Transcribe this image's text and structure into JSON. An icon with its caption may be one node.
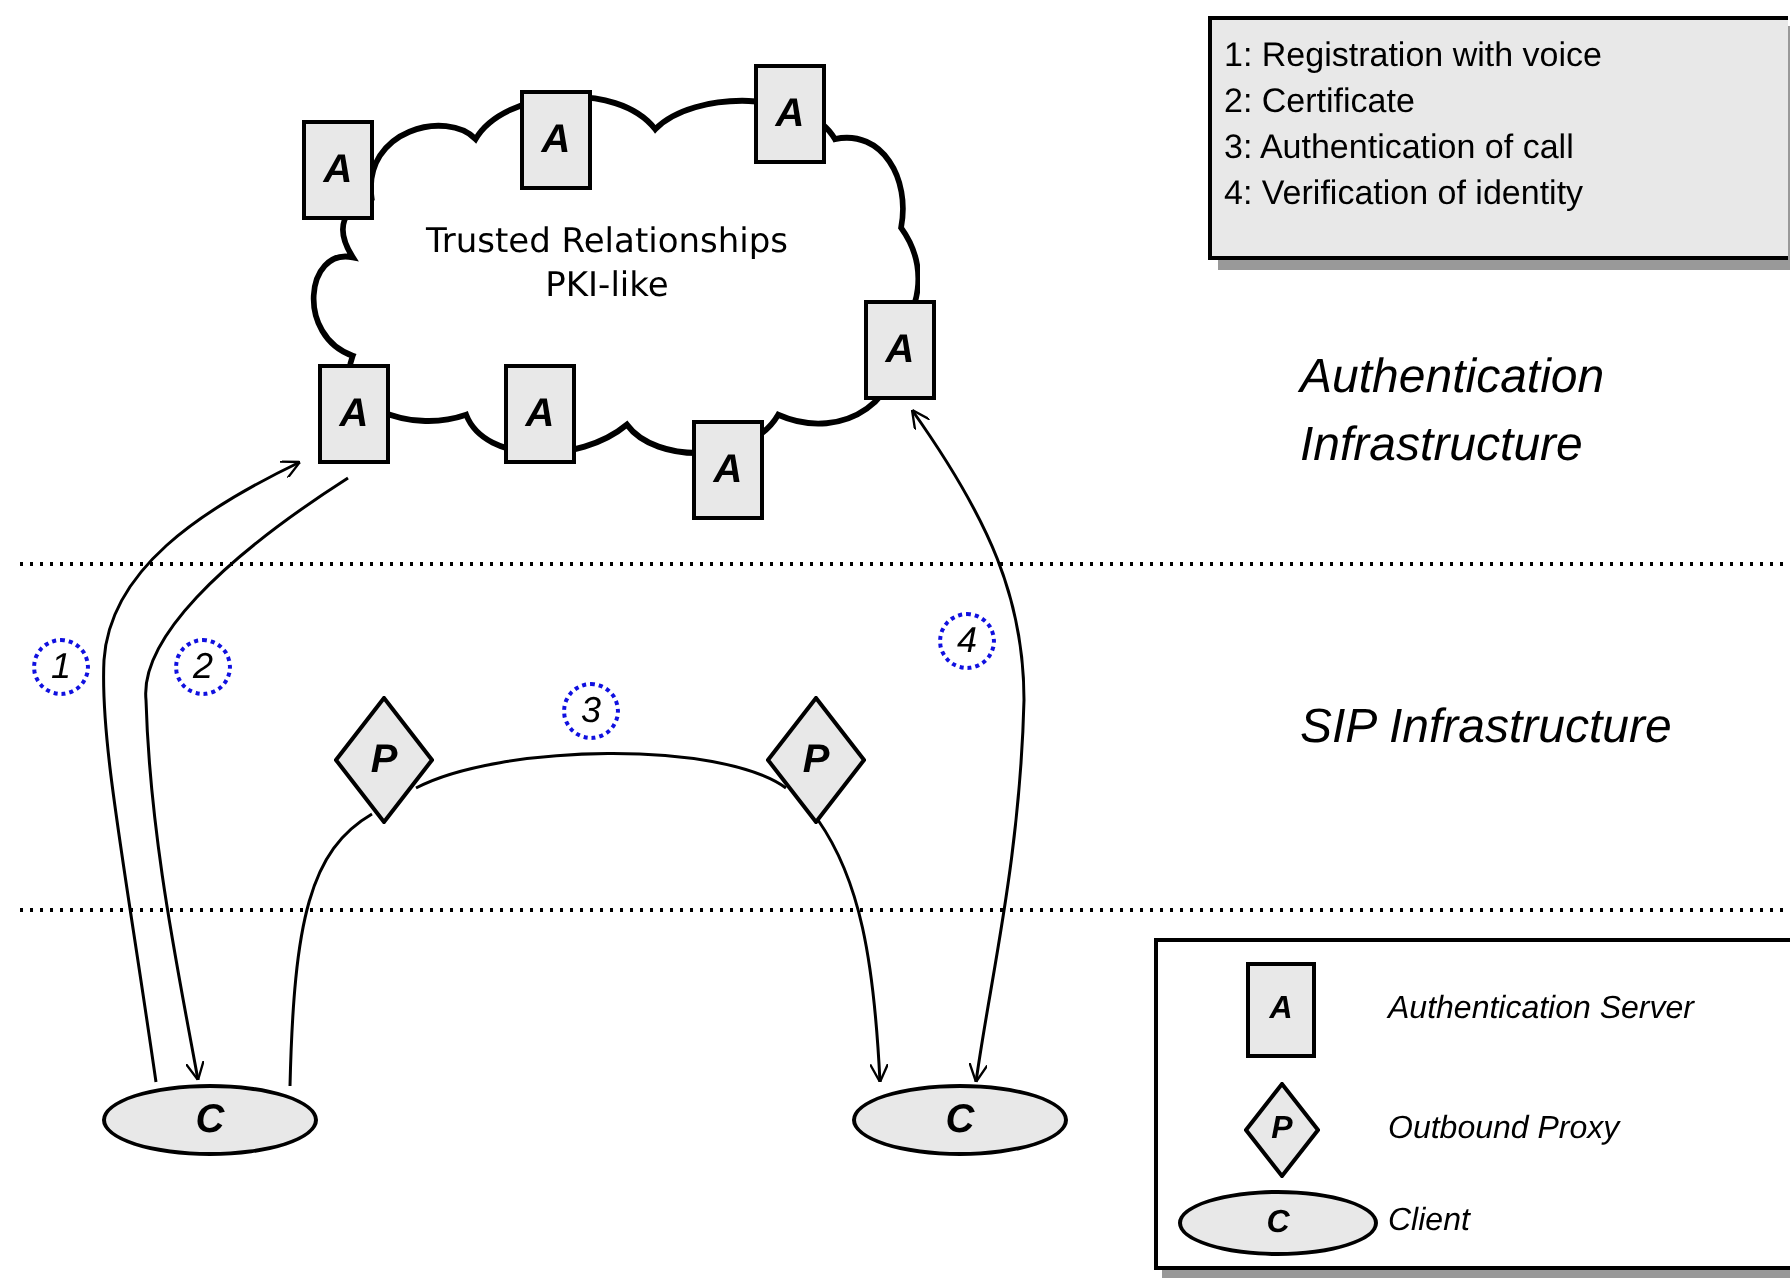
{
  "diagram": {
    "nodes": [
      {
        "text": [
          "Trusted Relationships PKI-like"
        ]
      },
      {
        "text": [
          "A"
        ]
      },
      {
        "text": [
          "A"
        ]
      },
      {
        "text": [
          "A"
        ]
      },
      {
        "text": [
          "A"
        ]
      },
      {
        "text": [
          "A"
        ]
      },
      {
        "text": [
          "A"
        ]
      },
      {
        "text": [
          "A"
        ]
      },
      {
        "text": [
          "P"
        ]
      },
      {
        "text": [
          "P"
        ]
      },
      {
        "text": [
          "C"
        ]
      },
      {
        "text": [
          "C"
        ]
      },
      {
        "text": [
          "1: Registration with voice",
          "2: Certificate",
          "3: Authentication of call",
          "4: Verification of identity"
        ]
      }
    ],
    "edges": [
      {
        "from": 10,
        "to": 5,
        "arrow": "to",
        "label": "1"
      },
      {
        "from": 5,
        "to": 10,
        "arrow": "to",
        "label": "2"
      },
      {
        "from": 10,
        "to": 8,
        "arrow": "none"
      },
      {
        "from": 8,
        "to": 9,
        "arrow": "none",
        "label": "3"
      },
      {
        "from": 9,
        "to": 11,
        "arrow": "to"
      },
      {
        "from": 4,
        "to": 11,
        "arrow": "both",
        "label": "4"
      }
    ],
    "labels": [
      "Authentication Infrastructure",
      "SIP Infrastructure",
      "A",
      "P",
      "C"
    ],
    "legend": [
      {
        "text": "Authentication Server"
      },
      {
        "text": "Outbound Proxy"
      },
      {
        "text": "Client"
      }
    ]
  }
}
